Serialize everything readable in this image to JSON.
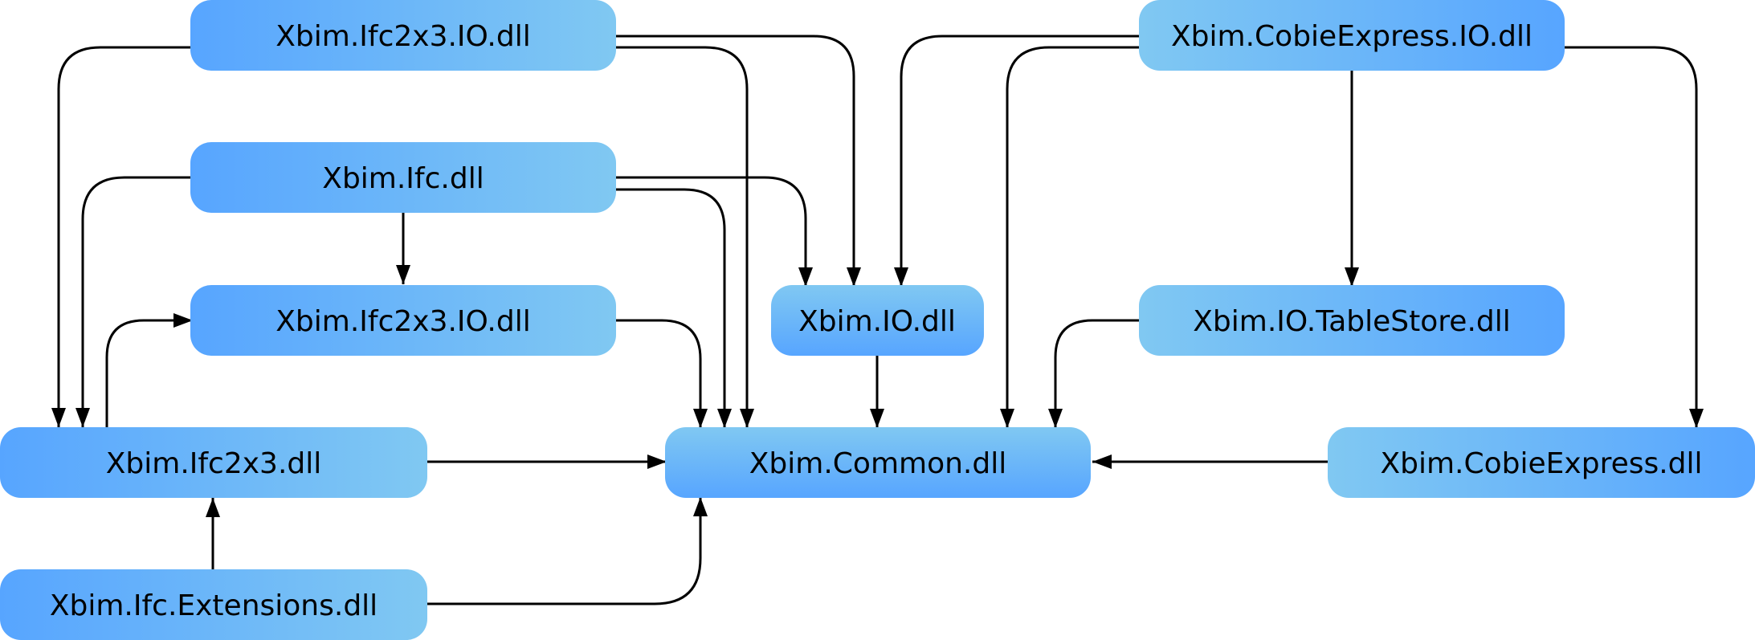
{
  "nodes": {
    "ifc2x3_io_top": "Xbim.Ifc2x3.IO.dll",
    "ifc": "Xbim.Ifc.dll",
    "ifc2x3_io_mid": "Xbim.Ifc2x3.IO.dll",
    "ifc2x3": "Xbim.Ifc2x3.dll",
    "ifc_extensions": "Xbim.Ifc.Extensions.dll",
    "io": "Xbim.IO.dll",
    "common": "Xbim.Common.dll",
    "cobie_io": "Xbim.CobieExpress.IO.dll",
    "io_tablestore": "Xbim.IO.TableStore.dll",
    "cobie": "Xbim.CobieExpress.dll"
  },
  "colors": {
    "blue": "#57A5FF",
    "light_blue": "#80C8F2",
    "arrow": "#000000"
  }
}
